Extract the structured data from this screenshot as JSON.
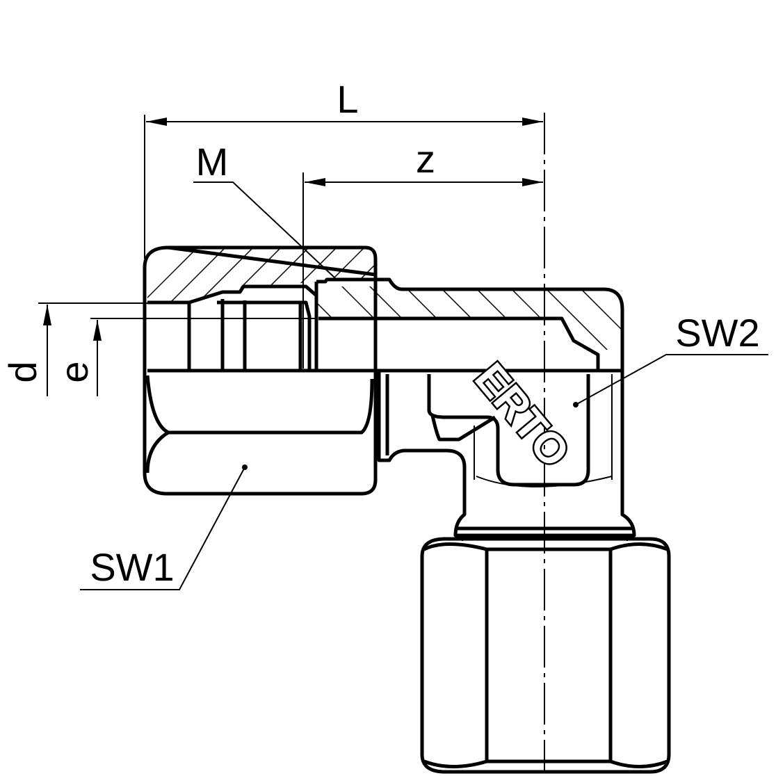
{
  "dimensions": {
    "L": "L",
    "z": "z",
    "M": "M",
    "d": "d",
    "e": "e"
  },
  "wrench_sizes": {
    "sw1": "SW1",
    "sw2": "SW2"
  },
  "logo": {
    "text": "ERTO"
  }
}
